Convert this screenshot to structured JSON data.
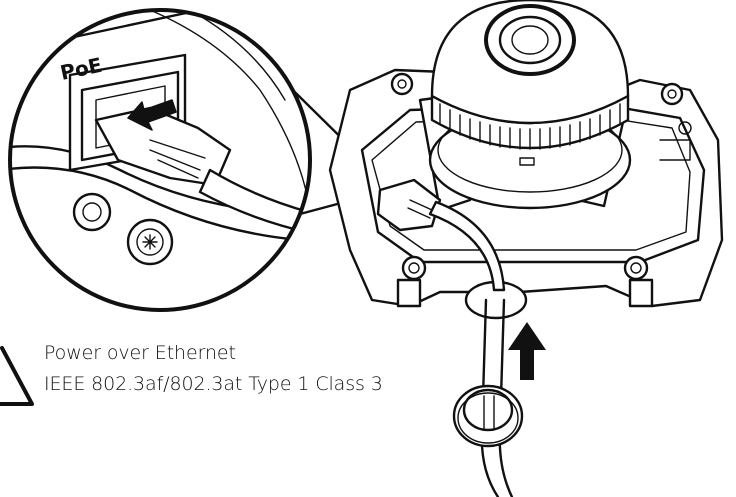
{
  "port_label": "PoE",
  "caption": {
    "line1": "Power over Ethernet",
    "line2": "IEEE 802.3af/802.3at Type 1 Class 3"
  }
}
